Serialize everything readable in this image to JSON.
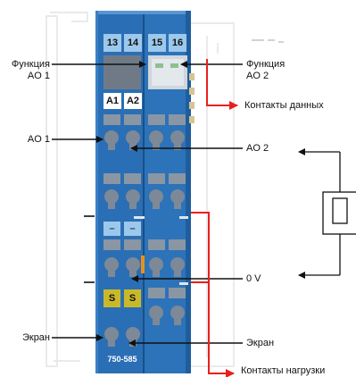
{
  "terminal_numbers": [
    "13",
    "14",
    "15",
    "16"
  ],
  "channel_badges": [
    "A1",
    "A2"
  ],
  "dash_badges": [
    "–",
    "–"
  ],
  "shield_badges": [
    "S",
    "S"
  ],
  "model_label": "750-585",
  "labels": {
    "function_ao1": "Функция\nAO 1",
    "function_ao2": "Функция\nAO 2",
    "ao1": "AO 1",
    "ao2": "AO 2",
    "data_contacts": "Контакты данных",
    "zero_v": "0 V",
    "shield_left": "Экран",
    "shield_right": "Экран",
    "load_contacts": "Контакты нагрузки"
  },
  "colors": {
    "module_blue": "#2a6fb5",
    "module_dark": "#1e5a98",
    "terminal_gray": "#8a96a3",
    "badge_light_blue": "#9cc8ec",
    "badge_yellow": "#c9b92a",
    "arrow_red": "#e8201c",
    "arrow_black": "#111111"
  }
}
